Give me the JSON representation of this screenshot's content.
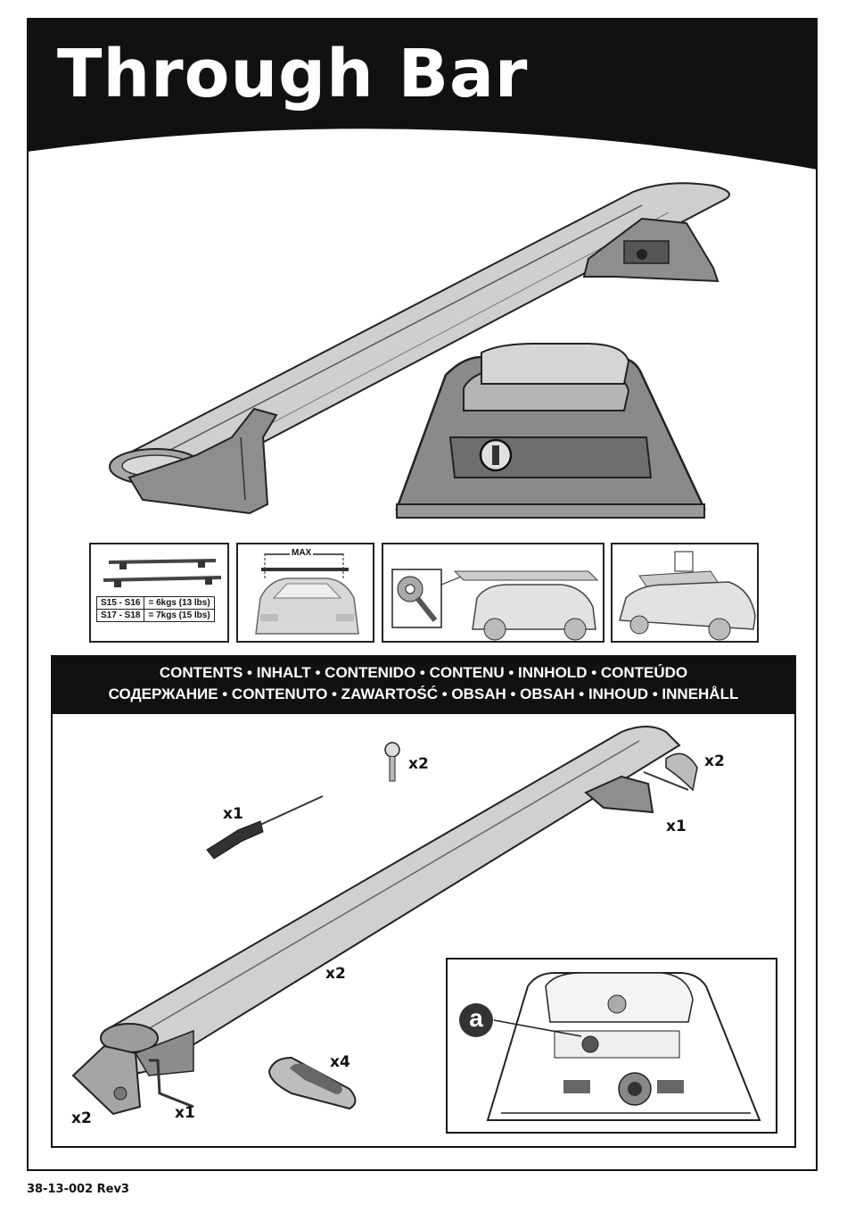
{
  "header": {
    "title": "Through Bar"
  },
  "load_table": {
    "rows": [
      {
        "size": "S15 - S16",
        "load": "= 6kgs (13 lbs)"
      },
      {
        "size": "S17 - S18",
        "load": "= 7kgs (15 lbs)"
      }
    ]
  },
  "spacing_panel": {
    "label": "MAX"
  },
  "contents": {
    "line1": "CONTENTS • INHALT • CONTENIDO • CONTENU • INNHOLD • CONTEÚDO",
    "line2": "СОДЕРЖАНИЕ • CONTENUTO •  ZAWARTOŚĆ • OBSAH • OBSAH • INHOUD • INNEHÅLL"
  },
  "parts": {
    "key_qty": "x2",
    "screwdriver_qty": "x1",
    "end_cap_right_qty": "x2",
    "key_tool_qty": "x1",
    "bar_qty": "x2",
    "pad_qty": "x4",
    "end_cap_left_qty": "x2",
    "allen_key_qty": "x1"
  },
  "detail": {
    "callout": "a"
  },
  "footer": {
    "code": "38-13-002 Rev3"
  },
  "colors": {
    "band": "#111111",
    "bar_fill": "#c8c8c8",
    "foot_fill": "#9a9a9a"
  }
}
